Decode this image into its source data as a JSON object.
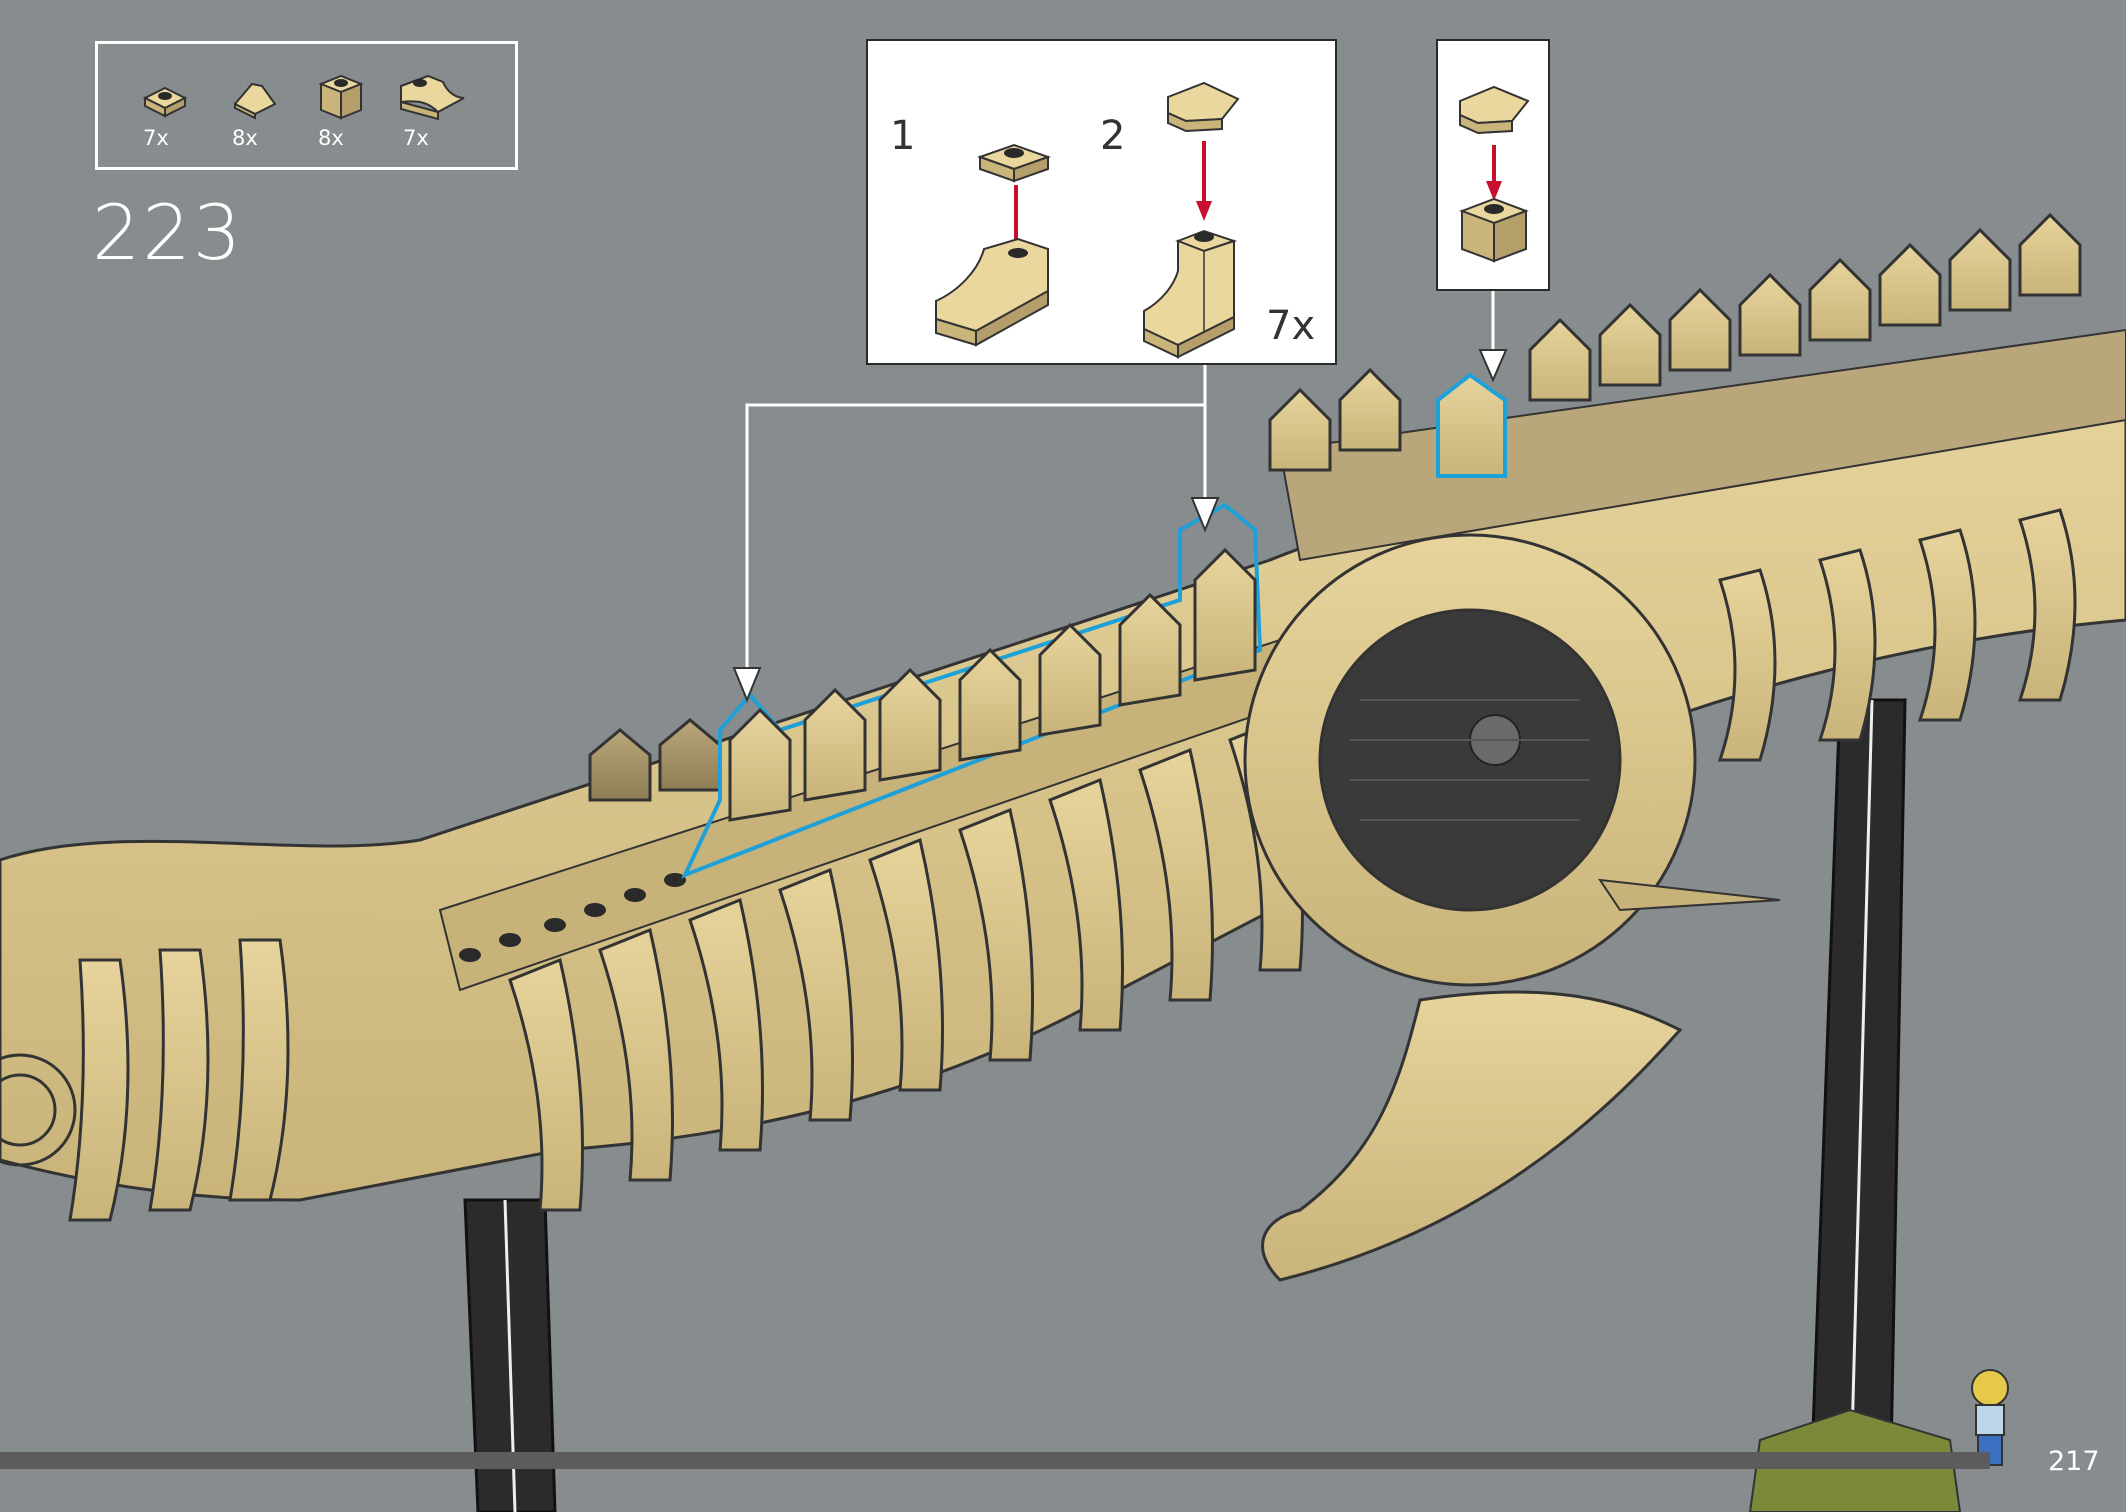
{
  "parts_list": [
    {
      "name": "round-plate-1x1",
      "quantity": "7x",
      "color": "#d8c48c"
    },
    {
      "name": "slope-1x1",
      "quantity": "8x",
      "color": "#d8c48c"
    },
    {
      "name": "brick-1x1",
      "quantity": "8x",
      "color": "#d8c48c"
    },
    {
      "name": "curved-slope-1x2",
      "quantity": "7x",
      "color": "#d8c48c"
    }
  ],
  "step": {
    "number": "223"
  },
  "callout_main": {
    "sub_step_1": "1",
    "sub_step_2": "2",
    "multiplier": "7x"
  },
  "page": {
    "number": "217"
  },
  "colors": {
    "background": "#878c8e",
    "tan": "#d8c48c",
    "dark_tan": "#a8956a",
    "highlight": "#1ea0d8",
    "arrow_red": "#c8102e",
    "stand": "#2b2b2b"
  }
}
